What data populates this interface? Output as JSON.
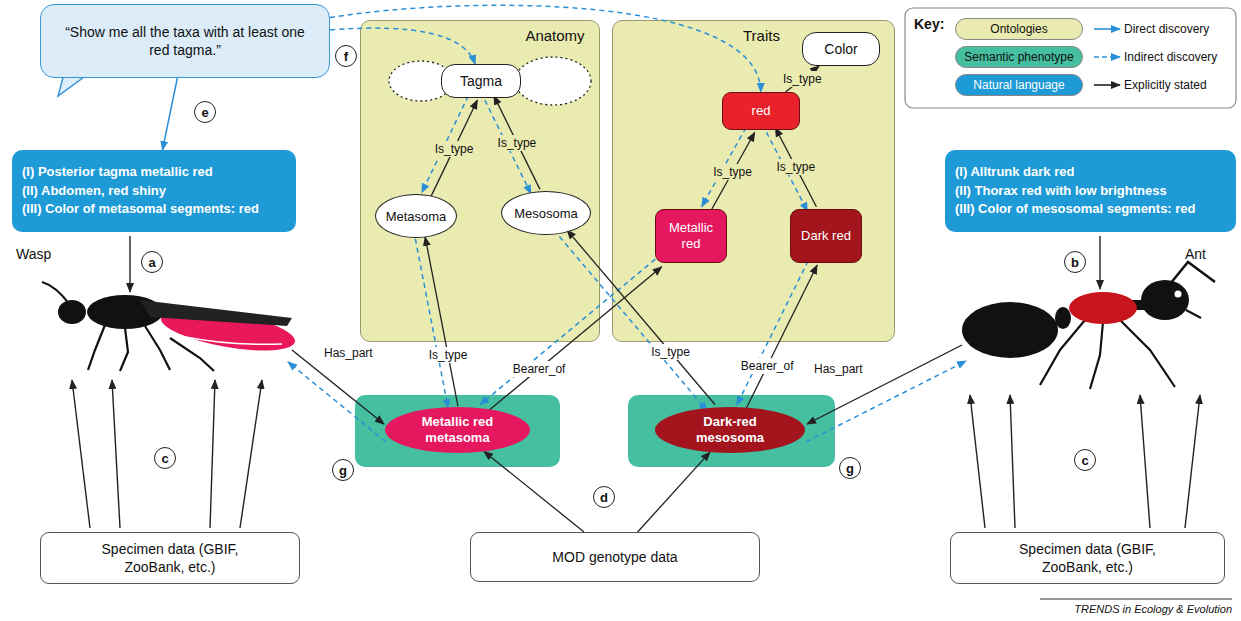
{
  "diagram": {
    "nodes": [
      {
        "text": [
          "“Show me all the taxa with at least one red tagma.”"
        ]
      },
      {
        "text": [
          "Anatomy"
        ]
      },
      {
        "text": [
          "Tagma"
        ],
        "in": 1
      },
      {
        "text": [
          "Metasoma"
        ],
        "in": 1
      },
      {
        "text": [
          "Mesosoma"
        ],
        "in": 1
      },
      {
        "text": [
          "Traits"
        ]
      },
      {
        "text": [
          "Color"
        ],
        "in": 5
      },
      {
        "text": [
          "red"
        ],
        "in": 5
      },
      {
        "text": [
          "Metallic red"
        ],
        "in": 5
      },
      {
        "text": [
          "Dark red"
        ],
        "in": 5
      },
      {
        "text": [
          "(I) Posterior tagma metallic red",
          "(II) Abdomen, red shiny",
          "(III) Color of metasomal segments: red"
        ]
      },
      {
        "text": [
          "(I) Alltrunk dark red",
          "(II) Thorax red with low brightness",
          "(III) Color of mesosomal segments: red"
        ]
      },
      {
        "text": [
          "Metallic red metasoma"
        ]
      },
      {
        "text": [
          "Dark-red mesosoma"
        ]
      },
      {
        "text": [
          "Specimen data (GBIF, ZooBank, etc.)"
        ]
      },
      {
        "text": [
          "MOD genotype data"
        ]
      },
      {
        "text": [
          "Specimen data (GBIF, ZooBank, etc.)"
        ]
      }
    ],
    "edges": [
      {
        "from": 3,
        "to": 2,
        "arrow": "to",
        "label": "Is_type"
      },
      {
        "from": 2,
        "to": 3,
        "arrow": "to"
      },
      {
        "from": 4,
        "to": 2,
        "arrow": "to",
        "label": "Is_type"
      },
      {
        "from": 2,
        "to": 4,
        "arrow": "to"
      },
      {
        "from": 7,
        "to": 6,
        "arrow": "to",
        "label": "Is_type"
      },
      {
        "from": 8,
        "to": 7,
        "arrow": "to",
        "label": "Is_type"
      },
      {
        "from": 7,
        "to": 8,
        "arrow": "to"
      },
      {
        "from": 9,
        "to": 7,
        "arrow": "to",
        "label": "Is_type"
      },
      {
        "from": 7,
        "to": 9,
        "arrow": "to"
      },
      {
        "from": 12,
        "to": 3,
        "arrow": "to",
        "label": "Is_type"
      },
      {
        "from": 3,
        "to": 12,
        "arrow": "to"
      },
      {
        "from": 12,
        "to": 8,
        "arrow": "to",
        "label": "Bearer_of"
      },
      {
        "from": 8,
        "to": 12,
        "arrow": "to"
      },
      {
        "from": 13,
        "to": 4,
        "arrow": "to",
        "label": "Is_type"
      },
      {
        "from": 4,
        "to": 13,
        "arrow": "to"
      },
      {
        "from": 13,
        "to": 9,
        "arrow": "to",
        "label": "Bearer_of"
      },
      {
        "from": 9,
        "to": 13,
        "arrow": "to"
      },
      {
        "from": 0,
        "to": 2,
        "arrow": "to"
      },
      {
        "from": 0,
        "to": 7,
        "arrow": "to"
      },
      {
        "from": 0,
        "to": 10,
        "arrow": "to"
      },
      {
        "from": 15,
        "to": 12,
        "arrow": "to"
      },
      {
        "from": 15,
        "to": 13,
        "arrow": "to"
      }
    ],
    "labels": [
      "a",
      "b",
      "c",
      "c",
      "d",
      "e",
      "f",
      "g",
      "g",
      "Wasp",
      "Ant",
      "Has_part",
      "Has_part",
      "Key:",
      "TRENDS in Ecology & Evolution"
    ],
    "legend": [
      {
        "text": "Ontologies",
        "color": "#e9ebb0"
      },
      {
        "text": "Semantic phenotype",
        "color": "#45bf9f"
      },
      {
        "text": "Natural language",
        "color": "#1e9ad6"
      },
      {
        "text": "Direct discovery"
      },
      {
        "text": "Indirect discovery"
      },
      {
        "text": "Explicitly stated"
      }
    ]
  }
}
